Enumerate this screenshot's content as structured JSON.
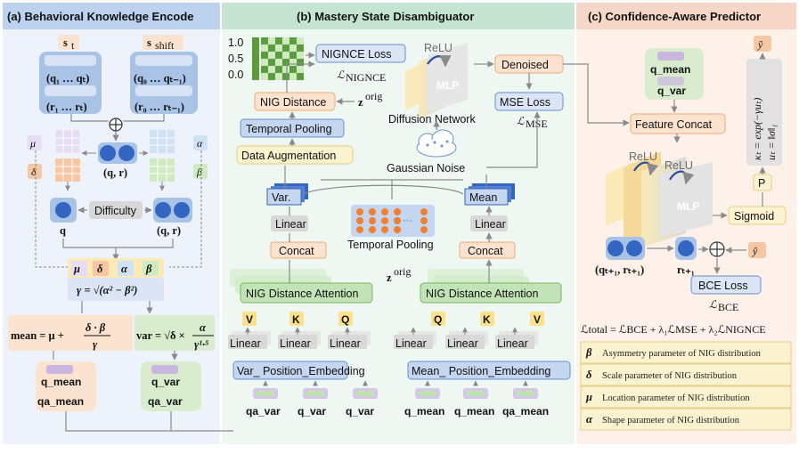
{
  "colors": {
    "panel_a_bg": "#eef2fb",
    "panel_a_head": "#bcd2ee",
    "panel_b_bg": "#eef7f1",
    "panel_b_head": "#c5e4d2",
    "panel_c_bg": "#fdf1ea",
    "panel_c_head": "#f6d6c6",
    "blue_box": "#c4d6f0",
    "green_box": "#d2ebc8",
    "orange_box": "#fbe3d0",
    "yellow_box": "#fbf2cf",
    "gray_box": "#d8d8d8",
    "orange_dot": "#f07f2e",
    "blue_dot": "#3266c2"
  },
  "panel_a": {
    "title": "(a) Behavioral Knowledge Encode",
    "s_t": "s",
    "s_t_sub": "t",
    "s_shift": "s",
    "s_shift_sub": "shift",
    "q_seq": "(q₁ … qₜ)",
    "r_seq": "(r₁ … rₜ)",
    "q_shift_seq": "(q₀ … qₜ₋₁)",
    "r_shift_seq": "(r₀ … rₜ₋₁)",
    "qr_center": "(q, r)",
    "mu": "μ",
    "delta": "δ",
    "alpha": "α",
    "beta": "β",
    "difficulty": "Difficulty",
    "q_label": "q",
    "qr_label": "(q, r)",
    "gamma_formula": "γ = √(α² − β²)",
    "mean_formula_lhs": "mean = μ +",
    "mean_frac_num": "δ · β",
    "mean_frac_den": "γ",
    "var_formula_lhs": "var = √δ ×",
    "var_frac_num": "α",
    "var_frac_den": "γ¹·⁵",
    "q_mean": "q_mean",
    "qa_mean": "qa_mean",
    "q_var": "q_var",
    "qa_var": "qa_var"
  },
  "panel_b": {
    "title": "(b) Mastery State Disambiguator",
    "y_ticks": [
      "1.0",
      "0.5",
      "0.0"
    ],
    "nignce_loss": "NIGNCE Loss",
    "l_nignce": "ℒ",
    "l_nignce_sub": "NIGNCE",
    "relu": "ReLU",
    "mlp": "MLP",
    "denoised": "Denoised",
    "nig_distance": "NIG Distance",
    "z_orig_1": "z",
    "z_orig_sup": "orig",
    "mse_loss": "MSE Loss",
    "l_mse": "ℒ",
    "l_mse_sub": "MSE",
    "diffusion_network": "Diffusion Network",
    "temporal_pooling_top": "Temporal Pooling",
    "data_augmentation": "Data Augmentation",
    "gaussian_noise": "Gaussian Noise",
    "var_stack": "Var.",
    "mean_stack": "Mean",
    "linear_left": "Linear",
    "linear_right": "Linear",
    "temporal_pooling_mid": "Temporal Pooling",
    "concat_left": "Concat",
    "concat_right": "Concat",
    "z_orig_2": "z",
    "nig_attn_left": "NIG Distance Attention",
    "nig_attn_right": "NIG Distance Attention",
    "v_left": "V",
    "k_left": "K",
    "q_left": "Q",
    "q_right": "Q",
    "k_right": "K",
    "v_right": "V",
    "linear_small": "Linear",
    "var_pos_emb": "Var_ Position_Embedding",
    "mean_pos_emb": "Mean_ Position_Embedding",
    "in_left": [
      "qa_var",
      "q_var",
      "q_var"
    ],
    "in_right": [
      "q_mean",
      "q_mean",
      "qa_mean"
    ]
  },
  "panel_c": {
    "title": "(c) Confidence-Aware Predictor",
    "y_hat": "ŷ",
    "q_mean": "q_mean",
    "q_var": "q_var",
    "kappa_formula": "κₜ = exp(−γuₜ)",
    "u_formula": "uₜ = ‖σ‖₁",
    "feature_concat": "Feature Concat",
    "relu1": "ReLU",
    "relu2": "ReLU",
    "mlp": "MLP",
    "p_box": "P",
    "sigmoid": "Sigmoid",
    "qr_next": "(qₜ₊₁, rₜ₊₁)",
    "r_next": "rₜ₊₁",
    "y_hat2": "ŷ",
    "bce_loss": "BCE Loss",
    "l_bce": "ℒ",
    "l_bce_sub": "BCE",
    "total_loss": "ℒtotal = ℒBCE + λ₁ℒMSE + λ₂ℒNIGNCE",
    "legend": [
      {
        "sym": "β",
        "text": "Asymmetry parameter of NIG distribution"
      },
      {
        "sym": "δ",
        "text": "Scale parameter of NIG distribution"
      },
      {
        "sym": "μ",
        "text": "Location parameter of NIG distribution"
      },
      {
        "sym": "α",
        "text": "Shape parameter of NIG distribution"
      }
    ]
  }
}
